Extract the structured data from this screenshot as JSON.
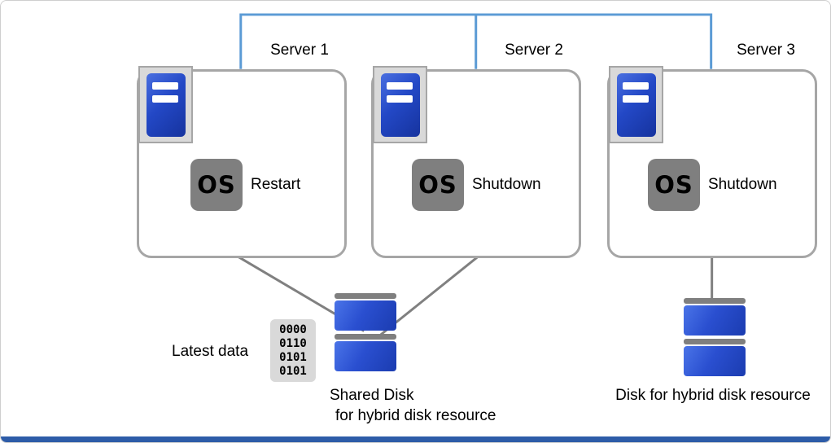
{
  "diagram": {
    "servers": [
      {
        "name": "Server 1",
        "os_label": "OS",
        "action": "Restart"
      },
      {
        "name": "Server 2",
        "os_label": "OS",
        "action": "Shutdown"
      },
      {
        "name": "Server 3",
        "os_label": "OS",
        "action": "Shutdown"
      }
    ],
    "latest_data_label": "Latest data",
    "binary_icon_rows": [
      "0000",
      "0110",
      "0101",
      "0101"
    ],
    "shared_disk_label": {
      "line1": "Shared Disk",
      "line2": "for hybrid disk resource"
    },
    "hybrid_disk_label": "Disk for hybrid disk resource",
    "colors": {
      "network_line_blue": "#5b9bd5",
      "server_tower_blue": "#2348c6",
      "disk_blue": "#2a4fd0",
      "icon_background_gray": "#d9d9d9",
      "os_badge_gray": "#7f7f7f",
      "connector_gray": "#808080",
      "box_border_gray": "#a6a6a6",
      "bottom_bar_blue": "#2d5ca8"
    }
  }
}
